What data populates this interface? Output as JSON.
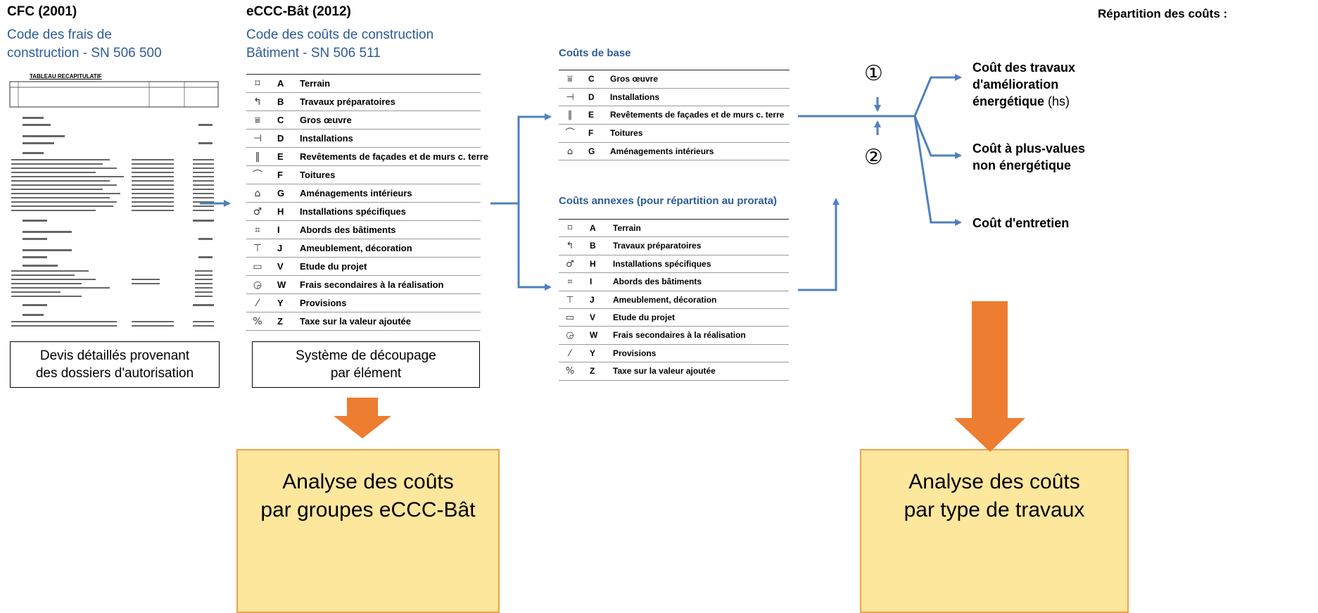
{
  "cfc": {
    "title": "CFC (2001)",
    "subtitle_line1": "Code des frais de",
    "subtitle_line2": "construction  - SN 506 500",
    "scan_title": "TABLEAU RECAPITULATIF",
    "box_line1": "Devis détaillés provenant",
    "box_line2": "des dossiers d'autorisation"
  },
  "eccc": {
    "title": "eCCC-Bât (2012)",
    "subtitle_line1": "Code des coûts de construction",
    "subtitle_line2": "Bâtiment - SN 506 511",
    "rows": [
      {
        "icon": "terrain-icon",
        "glyph": "⌑",
        "code": "A",
        "label": "Terrain"
      },
      {
        "icon": "travaux-preparatoires-icon",
        "glyph": "↰",
        "code": "B",
        "label": "Travaux préparatoires"
      },
      {
        "icon": "gros-oeuvre-icon",
        "glyph": "⩸",
        "code": "C",
        "label": "Gros œuvre"
      },
      {
        "icon": "installations-icon",
        "glyph": "⊣",
        "code": "D",
        "label": "Installations"
      },
      {
        "icon": "facades-icon",
        "glyph": "‖",
        "code": "E",
        "label": "Revêtements de façades et de murs c. terre"
      },
      {
        "icon": "toitures-icon",
        "glyph": "⌒",
        "code": "F",
        "label": "Toitures"
      },
      {
        "icon": "amenagements-interieurs-icon",
        "glyph": "⌂",
        "code": "G",
        "label": "Aménagements intérieurs"
      },
      {
        "icon": "installations-specifiques-icon",
        "glyph": "♂",
        "code": "H",
        "label": "Installations spécifiques"
      },
      {
        "icon": "abords-icon",
        "glyph": "⌗",
        "code": "I",
        "label": "Abords des bâtiments"
      },
      {
        "icon": "ameublement-icon",
        "glyph": "⊤",
        "code": "J",
        "label": "Ameublement, décoration"
      },
      {
        "icon": "etude-icon",
        "glyph": "▭",
        "code": "V",
        "label": "Etude du projet"
      },
      {
        "icon": "frais-secondaires-icon",
        "glyph": "◶",
        "code": "W",
        "label": "Frais secondaires à la réalisation"
      },
      {
        "icon": "provisions-icon",
        "glyph": "⁄",
        "code": "Y",
        "label": "Provisions"
      },
      {
        "icon": "taxe-icon",
        "glyph": "%",
        "code": "Z",
        "label": "Taxe sur la valeur ajoutée"
      }
    ],
    "box_line1": "Système de découpage",
    "box_line2": "par élément",
    "analysis_line1": "Analyse des coûts",
    "analysis_line2": "par groupes eCCC-Bât"
  },
  "base": {
    "title": "Coûts de base",
    "rows": [
      {
        "icon": "gros-oeuvre-icon",
        "glyph": "⩸",
        "code": "C",
        "label": "Gros œuvre"
      },
      {
        "icon": "installations-icon",
        "glyph": "⊣",
        "code": "D",
        "label": "Installations"
      },
      {
        "icon": "facades-icon",
        "glyph": "‖",
        "code": "E",
        "label": "Revêtements de façades et de murs c. terre"
      },
      {
        "icon": "toitures-icon",
        "glyph": "⌒",
        "code": "F",
        "label": "Toitures"
      },
      {
        "icon": "amenagements-interieurs-icon",
        "glyph": "⌂",
        "code": "G",
        "label": "Aménagements intérieurs"
      }
    ]
  },
  "annexes": {
    "title": "Coûts annexes (pour répartition au prorata)",
    "rows": [
      {
        "icon": "terrain-icon",
        "glyph": "⌑",
        "code": "A",
        "label": "Terrain"
      },
      {
        "icon": "travaux-preparatoires-icon",
        "glyph": "↰",
        "code": "B",
        "label": "Travaux préparatoires"
      },
      {
        "icon": "installations-specifiques-icon",
        "glyph": "♂",
        "code": "H",
        "label": "Installations spécifiques"
      },
      {
        "icon": "abords-icon",
        "glyph": "⌗",
        "code": "I",
        "label": "Abords des bâtiments"
      },
      {
        "icon": "ameublement-icon",
        "glyph": "⊤",
        "code": "J",
        "label": "Ameublement, décoration"
      },
      {
        "icon": "etude-icon",
        "glyph": "▭",
        "code": "V",
        "label": "Etude du projet"
      },
      {
        "icon": "frais-secondaires-icon",
        "glyph": "◶",
        "code": "W",
        "label": "Frais secondaires à la réalisation"
      },
      {
        "icon": "provisions-icon",
        "glyph": "⁄",
        "code": "Y",
        "label": "Provisions"
      },
      {
        "icon": "taxe-icon",
        "glyph": "%",
        "code": "Z",
        "label": "Taxe sur la valeur ajoutée"
      }
    ]
  },
  "repartition": {
    "title": "Répartition des coûts :",
    "marker1": "①",
    "marker2": "②",
    "out1_line1": "Coût des travaux",
    "out1_line2": "d'amélioration",
    "out1_line3_bold": "énergétique",
    "out1_line3_suffix": " (hs)",
    "out2_line1": "Coût à plus-values",
    "out2_line2": "non énergétique",
    "out3": "Coût d'entretien",
    "analysis_line1": "Analyse des coûts",
    "analysis_line2": "par type de travaux"
  },
  "colors": {
    "arrow_blue": "#4f81bd",
    "text_blue": "#2e5c97",
    "orange": "#ed7d31",
    "yellow_fill": "#fde79d"
  }
}
